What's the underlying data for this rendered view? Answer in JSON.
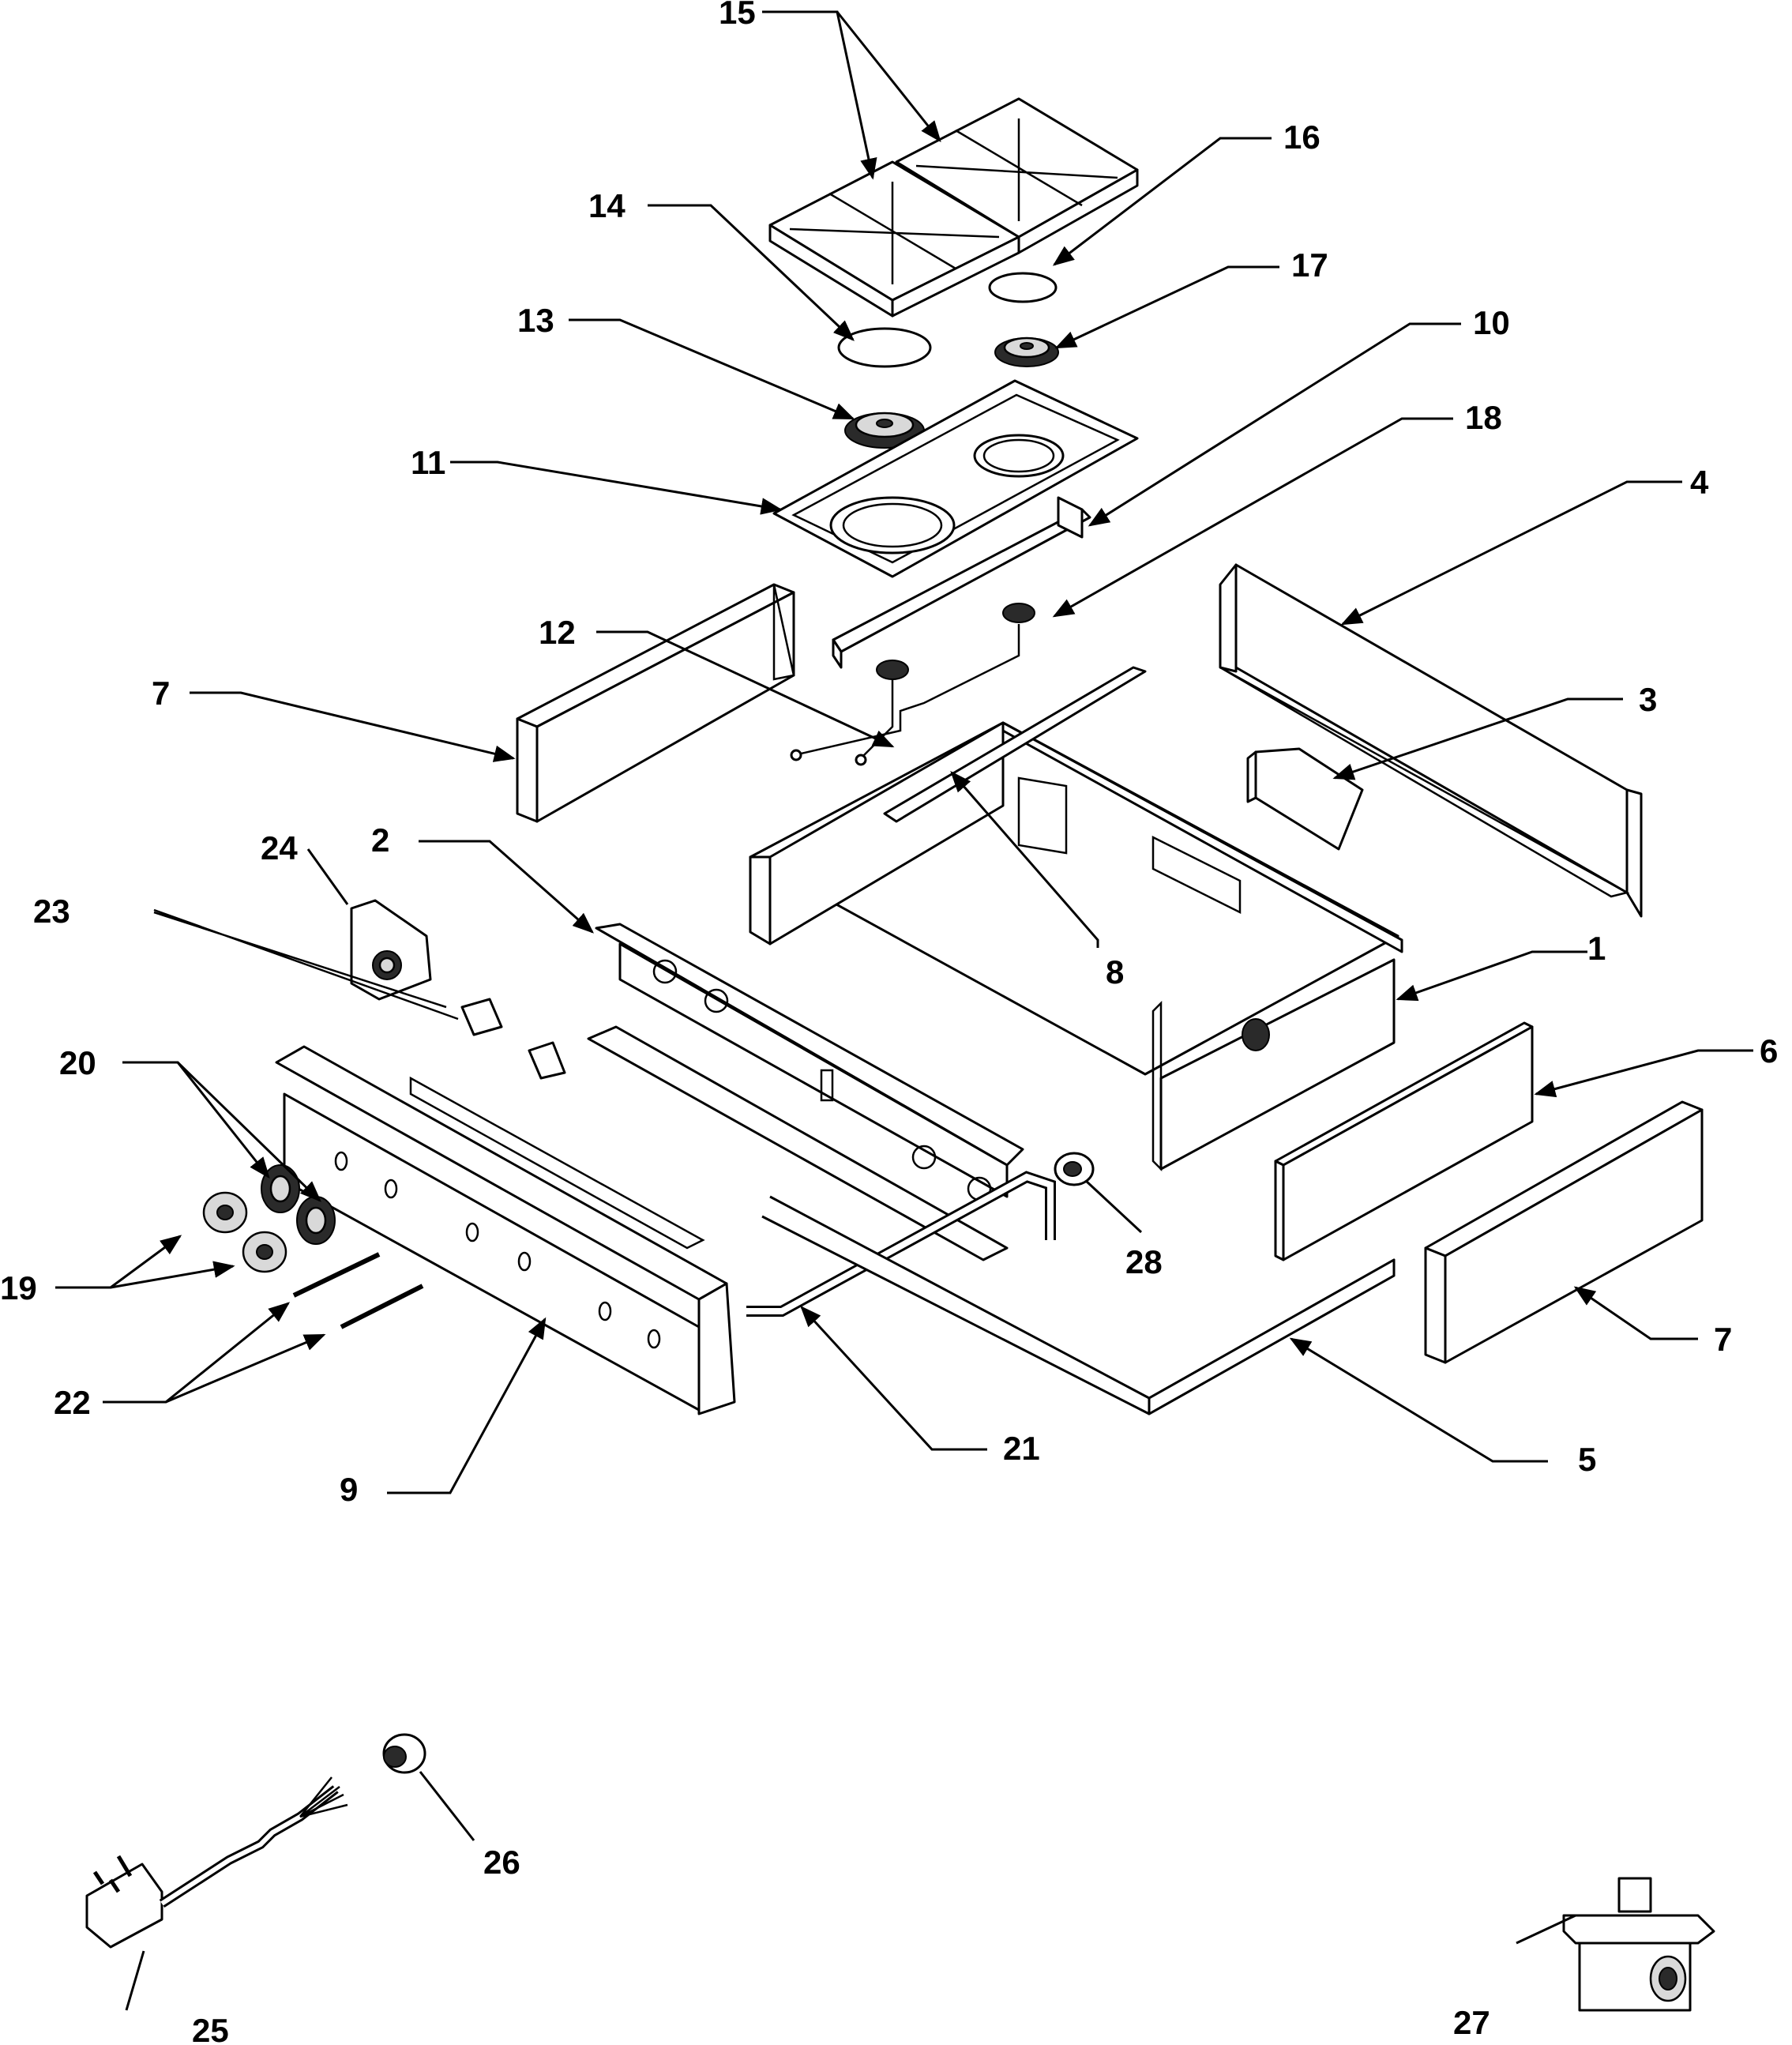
{
  "diagram": {
    "callouts": [
      {
        "id": "c1",
        "label": "1"
      },
      {
        "id": "c2",
        "label": "2"
      },
      {
        "id": "c3",
        "label": "3"
      },
      {
        "id": "c4",
        "label": "4"
      },
      {
        "id": "c5",
        "label": "5"
      },
      {
        "id": "c6",
        "label": "6"
      },
      {
        "id": "c7a",
        "label": "7"
      },
      {
        "id": "c7b",
        "label": "7"
      },
      {
        "id": "c8",
        "label": "8"
      },
      {
        "id": "c9",
        "label": "9"
      },
      {
        "id": "c10",
        "label": "10"
      },
      {
        "id": "c11",
        "label": "11"
      },
      {
        "id": "c12",
        "label": "12"
      },
      {
        "id": "c13",
        "label": "13"
      },
      {
        "id": "c14",
        "label": "14"
      },
      {
        "id": "c15",
        "label": "15"
      },
      {
        "id": "c16",
        "label": "16"
      },
      {
        "id": "c17",
        "label": "17"
      },
      {
        "id": "c18",
        "label": "18"
      },
      {
        "id": "c19",
        "label": "19"
      },
      {
        "id": "c20",
        "label": "20"
      },
      {
        "id": "c21",
        "label": "21"
      },
      {
        "id": "c22",
        "label": "22"
      },
      {
        "id": "c23",
        "label": "23"
      },
      {
        "id": "c24",
        "label": "24"
      },
      {
        "id": "c25",
        "label": "25"
      },
      {
        "id": "c26",
        "label": "26"
      },
      {
        "id": "c27",
        "label": "27"
      },
      {
        "id": "c28",
        "label": "28"
      }
    ]
  }
}
